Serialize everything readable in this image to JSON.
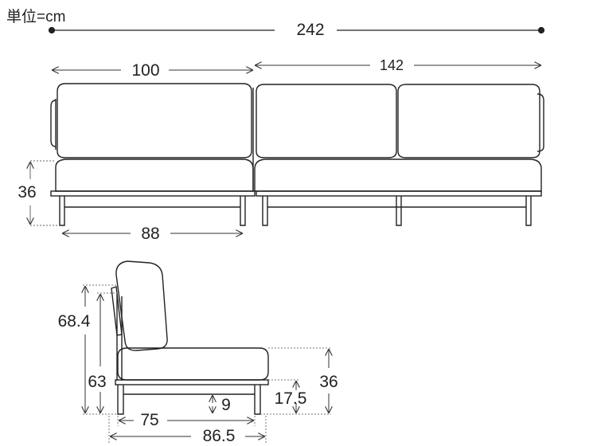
{
  "unit_note": "単位=cm",
  "front_view": {
    "total_width": "242",
    "one_seater_width": "100",
    "two_seater_width": "142",
    "seat_height": "36",
    "inner_width": "88"
  },
  "side_view": {
    "back_height": "68.4",
    "frame_height": "63",
    "seat_depth": "75",
    "total_depth": "86.5",
    "leg_clearance": "9",
    "seat_base_height": "17.5",
    "seat_height": "36"
  },
  "colors": {
    "line": "#222222",
    "dimension": "#333333",
    "guide": "#777777"
  }
}
